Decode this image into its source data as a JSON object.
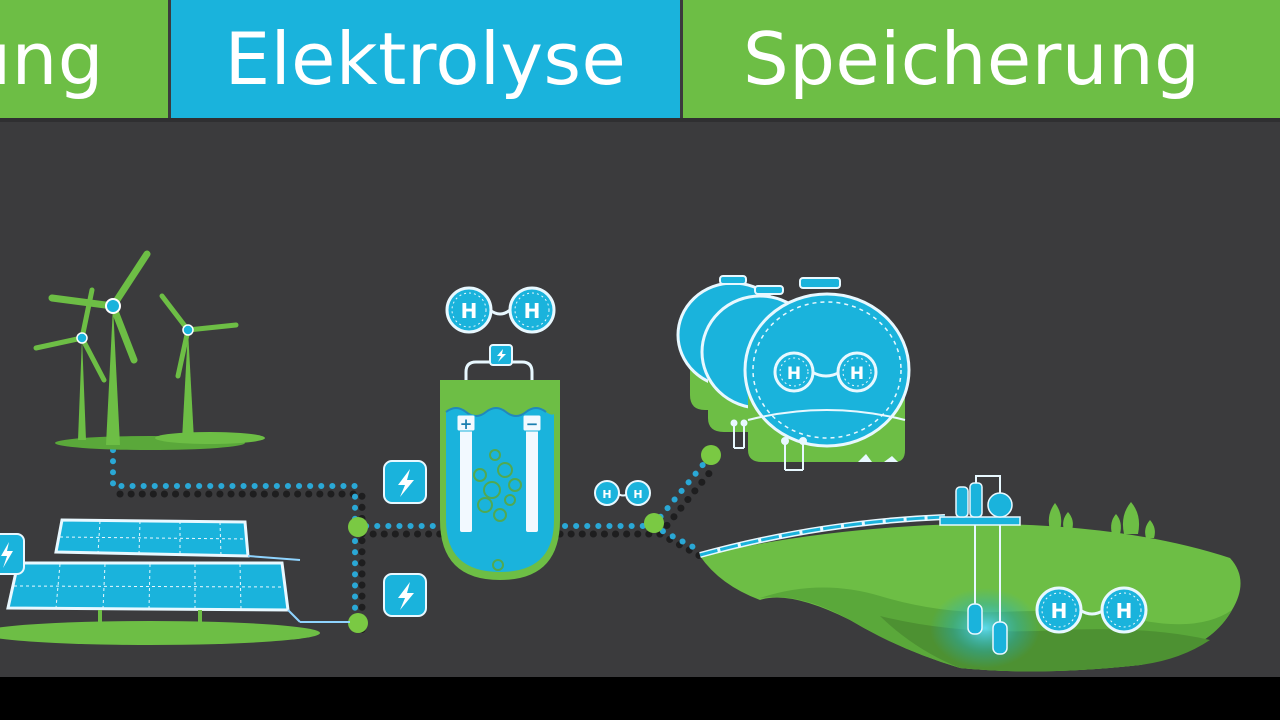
{
  "header": {
    "tabs": [
      {
        "label": "ung",
        "active": false
      },
      {
        "label": "Elektrolyse",
        "active": true
      },
      {
        "label": "Speicherung",
        "active": false
      }
    ]
  },
  "molecule": {
    "atom_label": "H"
  },
  "electrodes": {
    "anode_symbol": "+",
    "cathode_symbol": "−"
  },
  "colors": {
    "green": "#6dbe45",
    "blue": "#1ab3dc",
    "background": "#3b3b3d",
    "pipe_blue": "#2aa8d6",
    "pipe_dark": "#1e1e1f",
    "white": "#ffffff"
  },
  "icons": [
    "lightning-bolt-icon",
    "hydrogen-molecule-icon",
    "wind-turbine-icon",
    "solar-panel-icon",
    "storage-tank-icon",
    "electrolyser-icon"
  ]
}
